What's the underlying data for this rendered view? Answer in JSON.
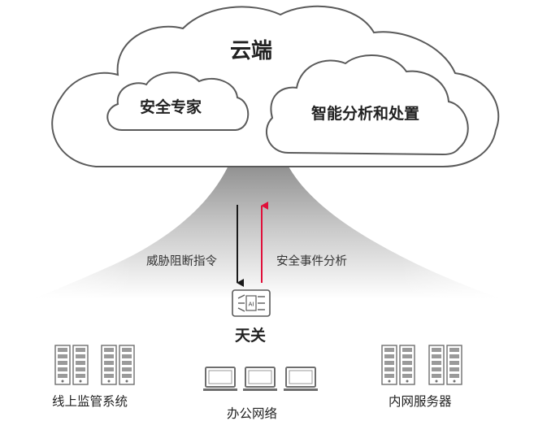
{
  "cloud": {
    "title": "云端",
    "left_bubble": "安全专家",
    "right_bubble": "智能分析和处置"
  },
  "arrows": {
    "down_label": "威胁阻断指令",
    "up_label": "安全事件分析",
    "down_color": "#1a1a1a",
    "up_color": "#e0103a"
  },
  "gateway": {
    "label": "天关",
    "chip_text": "AI"
  },
  "groups": {
    "left": "线上监管系统",
    "middle": "办公网络",
    "right": "内网服务器"
  }
}
